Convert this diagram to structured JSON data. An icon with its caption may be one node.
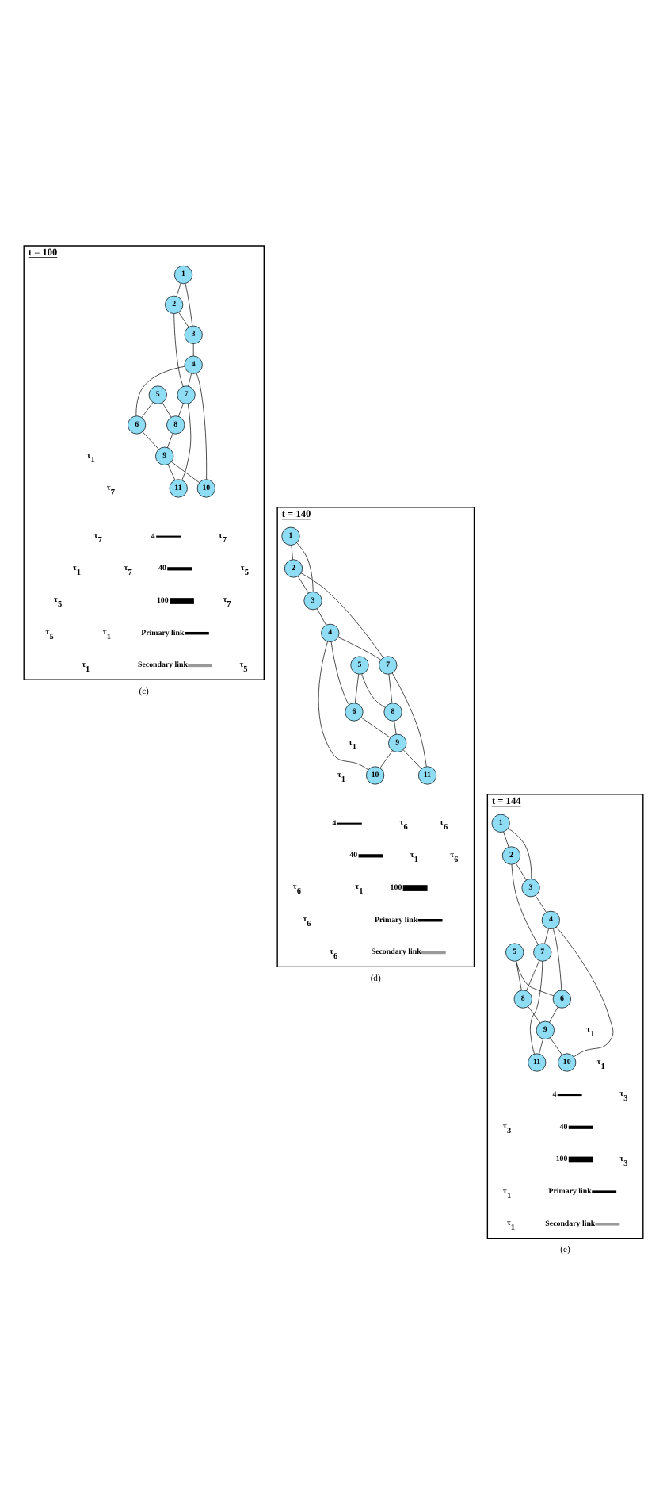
{
  "diagram": {
    "nodes": [
      {
        "text": [
          "t = 100"
        ],
        "beside": [
          "(c)"
        ]
      },
      {
        "text": [
          "1"
        ],
        "in": 0
      },
      {
        "text": [
          "2"
        ],
        "in": 0
      },
      {
        "text": [
          "3"
        ],
        "in": 0
      },
      {
        "text": [
          "4"
        ],
        "in": 0
      },
      {
        "text": [
          "5"
        ],
        "in": 0
      },
      {
        "text": [
          "6"
        ],
        "in": 0
      },
      {
        "text": [
          "7"
        ],
        "in": 0
      },
      {
        "text": [
          "8"
        ],
        "in": 0
      },
      {
        "text": [
          "9"
        ],
        "in": 0
      },
      {
        "text": [
          "10"
        ],
        "in": 0
      },
      {
        "text": [
          "11"
        ],
        "in": 0
      },
      {
        "text": [
          "t = 140"
        ],
        "beside": [
          "(d)"
        ]
      },
      {
        "text": [
          "1"
        ],
        "in": 12
      },
      {
        "text": [
          "2"
        ],
        "in": 12
      },
      {
        "text": [
          "3"
        ],
        "in": 12
      },
      {
        "text": [
          "4"
        ],
        "in": 12
      },
      {
        "text": [
          "5"
        ],
        "in": 12
      },
      {
        "text": [
          "6"
        ],
        "in": 12
      },
      {
        "text": [
          "7"
        ],
        "in": 12
      },
      {
        "text": [
          "8"
        ],
        "in": 12
      },
      {
        "text": [
          "9"
        ],
        "in": 12
      },
      {
        "text": [
          "10"
        ],
        "in": 12
      },
      {
        "text": [
          "11"
        ],
        "in": 12
      },
      {
        "text": [
          "t = 144"
        ],
        "beside": [
          "(e)"
        ]
      },
      {
        "text": [
          "1"
        ],
        "in": 24
      },
      {
        "text": [
          "2"
        ],
        "in": 24
      },
      {
        "text": [
          "3"
        ],
        "in": 24
      },
      {
        "text": [
          "4"
        ],
        "in": 24
      },
      {
        "text": [
          "5"
        ],
        "in": 24
      },
      {
        "text": [
          "6"
        ],
        "in": 24
      },
      {
        "text": [
          "7"
        ],
        "in": 24
      },
      {
        "text": [
          "8"
        ],
        "in": 24
      },
      {
        "text": [
          "9"
        ],
        "in": 24
      },
      {
        "text": [
          "10"
        ],
        "in": 24
      },
      {
        "text": [
          "11"
        ],
        "in": 24
      }
    ],
    "edges": [
      {
        "from": 1,
        "to": 2,
        "arrow": "none"
      },
      {
        "from": 1,
        "to": 3,
        "arrow": "none"
      },
      {
        "from": 2,
        "to": 3,
        "arrow": "none"
      },
      {
        "from": 2,
        "to": 7,
        "arrow": "none"
      },
      {
        "from": 3,
        "to": 4,
        "arrow": "none"
      },
      {
        "from": 4,
        "to": 7,
        "arrow": "none"
      },
      {
        "from": 4,
        "to": 6,
        "arrow": "none"
      },
      {
        "from": 4,
        "to": 10,
        "arrow": "none"
      },
      {
        "from": 5,
        "to": 6,
        "arrow": "none"
      },
      {
        "from": 5,
        "to": 8,
        "arrow": "none"
      },
      {
        "from": 6,
        "to": 9,
        "arrow": "none"
      },
      {
        "from": 7,
        "to": 8,
        "arrow": "none"
      },
      {
        "from": 7,
        "to": 11,
        "arrow": "none"
      },
      {
        "from": 8,
        "to": 9,
        "arrow": "none"
      },
      {
        "from": 9,
        "to": 10,
        "arrow": "none"
      },
      {
        "from": 9,
        "to": 11,
        "arrow": "none"
      },
      {
        "from": 13,
        "to": 14,
        "arrow": "none"
      },
      {
        "from": 13,
        "to": 15,
        "arrow": "none"
      },
      {
        "from": 14,
        "to": 15,
        "arrow": "none"
      },
      {
        "from": 14,
        "to": 19,
        "arrow": "none"
      },
      {
        "from": 15,
        "to": 16,
        "arrow": "none"
      },
      {
        "from": 16,
        "to": 19,
        "arrow": "none"
      },
      {
        "from": 16,
        "to": 18,
        "arrow": "none"
      },
      {
        "from": 16,
        "to": 22,
        "arrow": "none"
      },
      {
        "from": 17,
        "to": 18,
        "arrow": "none"
      },
      {
        "from": 17,
        "to": 20,
        "arrow": "none"
      },
      {
        "from": 18,
        "to": 21,
        "arrow": "none"
      },
      {
        "from": 19,
        "to": 20,
        "arrow": "none"
      },
      {
        "from": 19,
        "to": 23,
        "arrow": "none"
      },
      {
        "from": 20,
        "to": 21,
        "arrow": "none"
      },
      {
        "from": 21,
        "to": 22,
        "arrow": "none"
      },
      {
        "from": 21,
        "to": 23,
        "arrow": "none"
      },
      {
        "from": 25,
        "to": 26,
        "arrow": "none"
      },
      {
        "from": 25,
        "to": 27,
        "arrow": "none"
      },
      {
        "from": 26,
        "to": 27,
        "arrow": "none"
      },
      {
        "from": 26,
        "to": 31,
        "arrow": "none"
      },
      {
        "from": 27,
        "to": 28,
        "arrow": "none"
      },
      {
        "from": 28,
        "to": 31,
        "arrow": "none"
      },
      {
        "from": 28,
        "to": 30,
        "arrow": "none"
      },
      {
        "from": 28,
        "to": 34,
        "arrow": "none"
      },
      {
        "from": 29,
        "to": 30,
        "arrow": "none"
      },
      {
        "from": 29,
        "to": 32,
        "arrow": "none"
      },
      {
        "from": 30,
        "to": 33,
        "arrow": "none"
      },
      {
        "from": 31,
        "to": 32,
        "arrow": "none"
      },
      {
        "from": 31,
        "to": 35,
        "arrow": "none"
      },
      {
        "from": 32,
        "to": 33,
        "arrow": "none"
      },
      {
        "from": 33,
        "to": 34,
        "arrow": "none"
      },
      {
        "from": 33,
        "to": 35,
        "arrow": "none"
      }
    ],
    "labels": [
      "τ$_{5}$",
      "τ$_{5}$",
      "τ$_{5}$",
      "τ$_{7}$",
      "τ$_{1}$",
      "τ$_{5}$",
      "τ$_{1}$",
      "τ$_{1}$",
      "τ$_{7}$",
      "τ$_{7}$",
      "τ$_{1}$",
      "τ$_{7}$",
      "τ$_{7}$",
      "τ$_{6}$",
      "τ$_{6}$",
      "τ$_{6}$",
      "τ$_{6}$",
      "τ$_{1}$",
      "τ$_{6}$",
      "τ$_{1}$",
      "τ$_{1}$",
      "τ$_{6}$",
      "τ$_{1}$",
      "τ$_{3}$",
      "τ$_{3}$",
      "τ$_{1}$",
      "τ$_{3}$",
      "τ$_{1}$",
      "τ$_{1}$",
      "τ$_{1}$"
    ],
    "legend": [
      {
        "text": "4"
      },
      {
        "text": "40"
      },
      {
        "text": "100"
      },
      {
        "text": "Primary link",
        "color": "#000000"
      },
      {
        "text": "Secondary link",
        "color": "#999999"
      },
      {
        "text": "4"
      },
      {
        "text": "40"
      },
      {
        "text": "100"
      },
      {
        "text": "Primary link",
        "color": "#000000"
      },
      {
        "text": "Secondary link",
        "color": "#999999"
      },
      {
        "text": "4"
      },
      {
        "text": "40"
      },
      {
        "text": "100"
      },
      {
        "text": "Primary link",
        "color": "#000000"
      },
      {
        "text": "Secondary link",
        "color": "#999999"
      }
    ]
  }
}
